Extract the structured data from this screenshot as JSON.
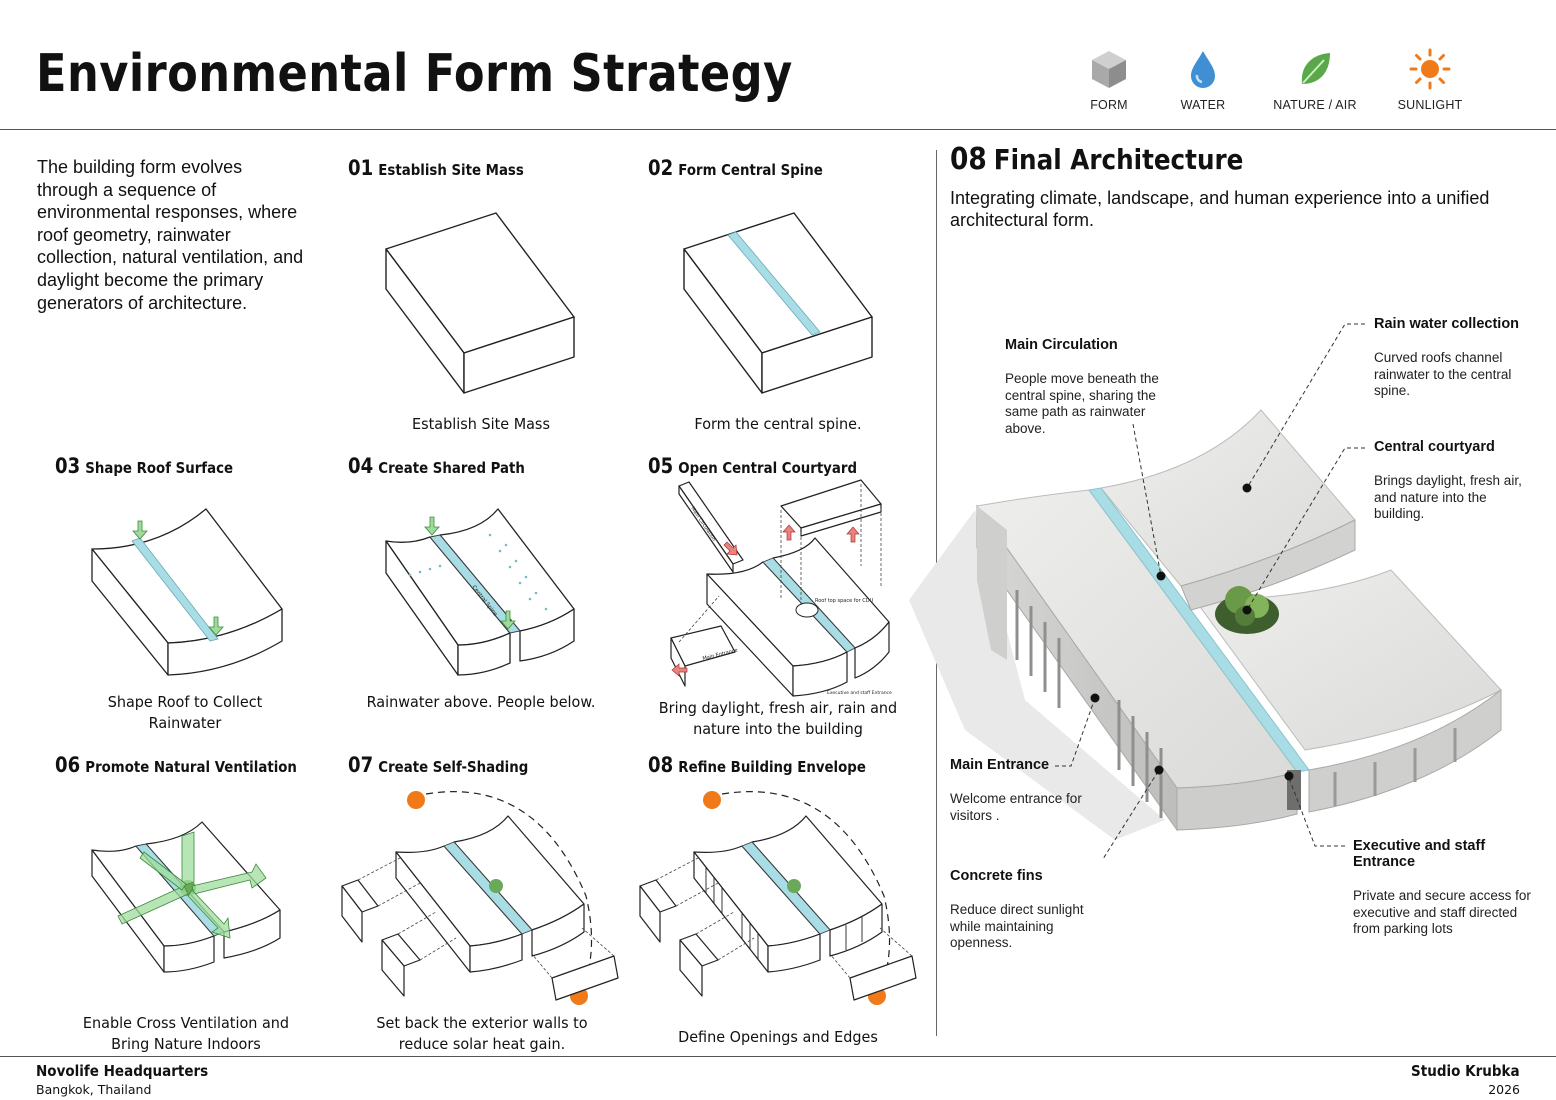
{
  "title": "Environmental Form Strategy",
  "legend": [
    {
      "icon": "cube-icon",
      "label": "FORM"
    },
    {
      "icon": "water-drop-icon",
      "label": "WATER"
    },
    {
      "icon": "leaf-icon",
      "label": "NATURE / AIR"
    },
    {
      "icon": "sun-icon",
      "label": "SUNLIGHT"
    }
  ],
  "intro": "The building form evolves through a sequence of environmental responses, where roof geometry, rainwater collection, natural ventilation, and daylight become the primary generators of architecture.",
  "steps": [
    {
      "num": "01",
      "title": "Establish Site Mass",
      "caption": "Establish Site Mass"
    },
    {
      "num": "02",
      "title": "Form Central Spine",
      "caption": "Form the central spine."
    },
    {
      "num": "03",
      "title": "Shape Roof Surface",
      "caption": "Shape Roof to Collect Rainwater"
    },
    {
      "num": "04",
      "title": "Create Shared Path",
      "caption": "Rainwater above. People below."
    },
    {
      "num": "05",
      "title": "Open Central Courtyard",
      "caption": "Bring daylight, fresh air, rain and nature into the building"
    },
    {
      "num": "06",
      "title": "Promote Natural Ventilation",
      "caption": "Enable Cross Ventilation and Bring Nature Indoors"
    },
    {
      "num": "07",
      "title": "Create Self-Shading",
      "caption": "Set back the exterior walls to reduce solar heat gain."
    },
    {
      "num": "08",
      "title": "Refine Building Envelope",
      "caption": "Define Openings and Edges"
    }
  ],
  "diagram_labels": {
    "main_circulation": "Main Circulation",
    "roof_top_space": "Roof top space for CDU",
    "main_entrance": "Main Entrance",
    "exec_entrance": "Executive and staff Entrance",
    "central_spine": "Central Spine"
  },
  "final": {
    "num": "08",
    "title": "Final Architecture",
    "subtitle": "Integrating climate, landscape, and human experience into a unified architectural form.",
    "annotations": [
      {
        "title": "Main Circulation",
        "body": "People move beneath the central spine, sharing the same path as rainwater above."
      },
      {
        "title": "Rain water collection",
        "body": "Curved roofs channel rainwater to the central spine."
      },
      {
        "title": "Central courtyard",
        "body": "Brings daylight, fresh air, and nature into the building."
      },
      {
        "title": "Main Entrance",
        "body": "Welcome entrance for visitors ."
      },
      {
        "title": "Concrete fins",
        "body": "Reduce direct sunlight while maintaining openness."
      },
      {
        "title": "Executive and staff Entrance",
        "body": "Private and secure access for executive and staff directed from parking lots"
      }
    ]
  },
  "footer": {
    "project": "Novolife Headquarters",
    "location": "Bangkok, Thailand",
    "studio": "Studio Krubka",
    "year": "2026"
  },
  "colors": {
    "water": "#a9dde6",
    "leaf": "#5aa84a",
    "sun": "#f07a1a",
    "arrow_green": "#9fdc9c",
    "arrow_red": "#e8837d"
  }
}
